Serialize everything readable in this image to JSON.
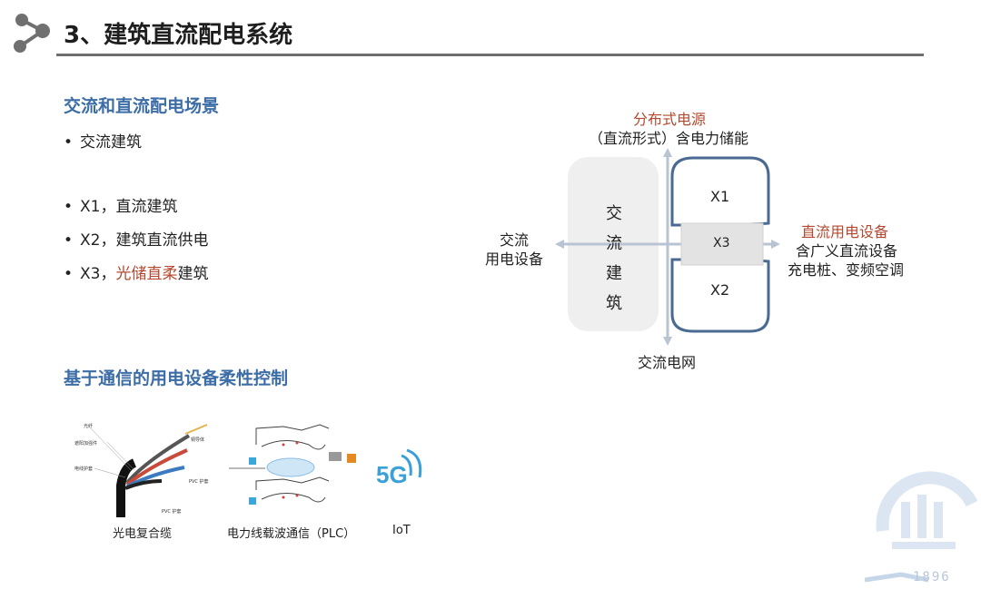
{
  "header": {
    "title": "3、建筑直流配电系统"
  },
  "section1": {
    "heading": "交流和直流配电场景",
    "items": [
      {
        "prefix": "",
        "text": "交流建筑",
        "highlight": "",
        "suffix": ""
      },
      {
        "prefix": "X1，",
        "text": "直流建筑",
        "highlight": "",
        "suffix": ""
      },
      {
        "prefix": "X2，",
        "text": "建筑直流供电",
        "highlight": "",
        "suffix": ""
      },
      {
        "prefix": "X3，",
        "text": "",
        "highlight": "光储直柔",
        "suffix": "建筑"
      }
    ]
  },
  "diagram": {
    "top_title": "分布式电源",
    "top_subtitle": "（直流形式）含电力储能",
    "left_label_1": "交流",
    "left_label_2": "用电设备",
    "center_chars": [
      "交",
      "流",
      "建",
      "筑"
    ],
    "x1": "X1",
    "x2": "X2",
    "x3": "X3",
    "right_title": "直流用电设备",
    "right_line1": "含广义直流设备",
    "right_line2": "充电桩、变频空调",
    "bottom_label": "交流电网"
  },
  "section2": {
    "heading": "基于通信的用电设备柔性控制",
    "images": [
      {
        "caption": "光电复合缆",
        "labels": [
          "光纤",
          "遮阳加强件",
          "电线护套",
          "铜导体",
          "PVC 护套",
          "PVC 护套"
        ]
      },
      {
        "caption": "电力线载波通信（PLC）"
      },
      {
        "caption": "IoT",
        "logo_text": "5G"
      }
    ]
  },
  "watermark": {
    "year": "1896"
  },
  "colors": {
    "accent_blue": "#3c6da6",
    "accent_red": "#b5482f",
    "diagram_blue": "#4a6a92"
  }
}
